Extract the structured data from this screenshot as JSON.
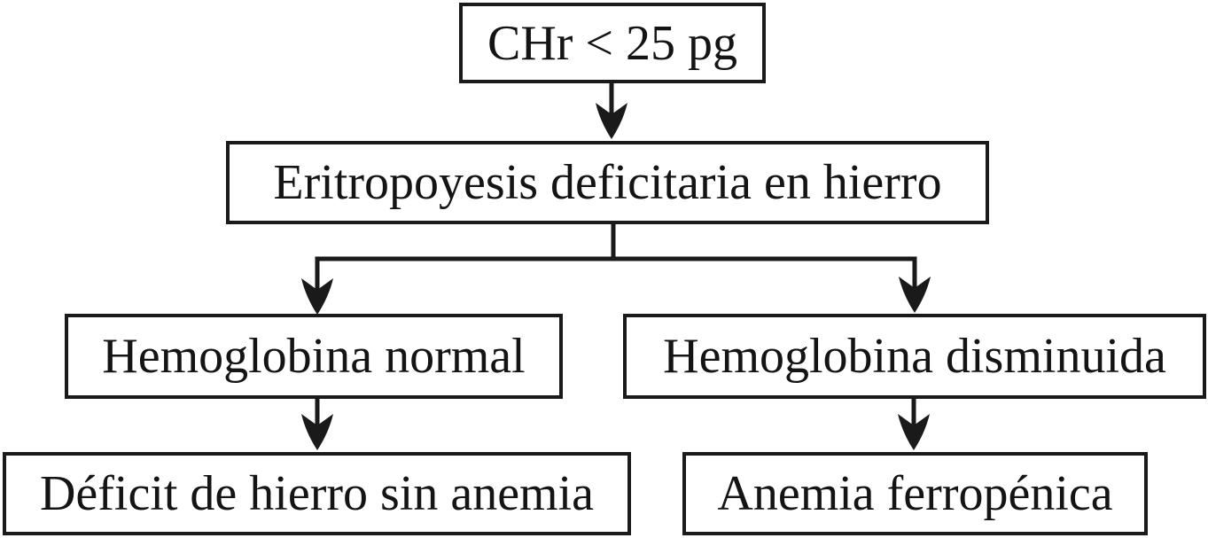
{
  "diagram": {
    "type": "flowchart",
    "background_color": "#ffffff",
    "line_color": "#1a1a1a",
    "text_color": "#141414",
    "nodes": {
      "chr": {
        "label": "CHr < 25 pg"
      },
      "erythropoiesis": {
        "label": "Eritropoyesis deficitaria en hierro"
      },
      "hb_normal": {
        "label": "Hemoglobina normal"
      },
      "hb_low": {
        "label": "Hemoglobina disminuida"
      },
      "iron_deficit_no_anemia": {
        "label": "Déficit de hierro sin anemia"
      },
      "iron_deficiency_anemia": {
        "label": "Anemia ferropénica"
      }
    },
    "edges": [
      {
        "from": "chr",
        "to": "erythropoiesis"
      },
      {
        "from": "erythropoiesis",
        "to": "hb_normal"
      },
      {
        "from": "erythropoiesis",
        "to": "hb_low"
      },
      {
        "from": "hb_normal",
        "to": "iron_deficit_no_anemia"
      },
      {
        "from": "hb_low",
        "to": "iron_deficiency_anemia"
      }
    ]
  }
}
